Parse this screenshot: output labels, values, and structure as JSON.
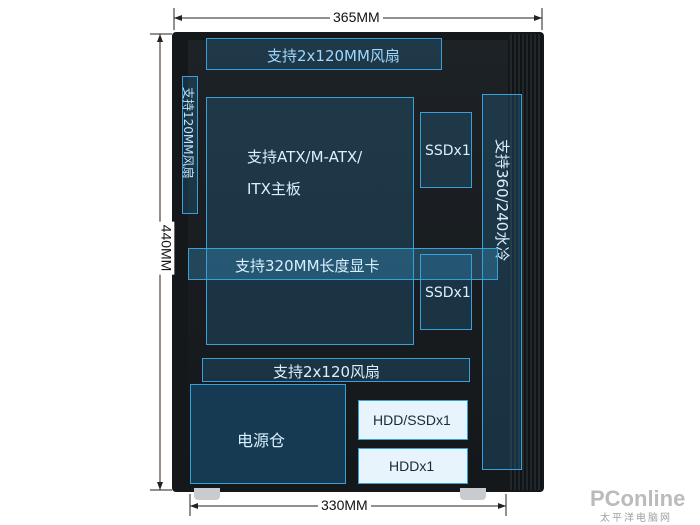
{
  "dimensions": {
    "top_width": "365MM",
    "height": "440MM",
    "bottom_width": "330MM"
  },
  "zones": {
    "top_fan": "支持2x120MM风扇",
    "rear_fan": "支持120MM风扇",
    "motherboard_line1": "支持ATX/M-ATX/",
    "motherboard_line2": "ITX主板",
    "ssd_top": "SSDx1",
    "radiator": "支持360/240水冷",
    "gpu": "支持320MM长度显卡",
    "ssd_mid": "SSDx1",
    "bottom_fan": "支持2x120风扇",
    "psu": "电源仓",
    "hdd_ssd": "HDD/SSDx1",
    "hdd": "HDDx1"
  },
  "watermark": {
    "brand": "PConline",
    "sub": "太平洋电脑网"
  },
  "colors": {
    "accent": "#3aa0d8",
    "case": "#15181b"
  }
}
